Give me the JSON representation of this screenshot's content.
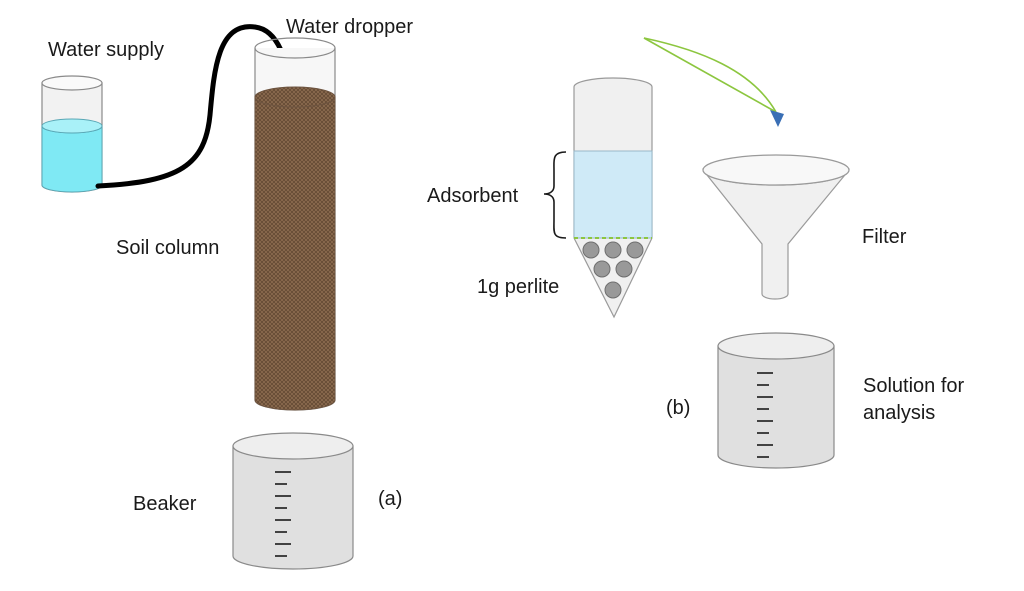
{
  "labels": {
    "water_supply": "Water supply",
    "water_dropper": "Water dropper",
    "soil_column": "Soil column",
    "beaker": "Beaker",
    "panel_a": "(a)",
    "adsorbent": "Adsorbent",
    "perlite": "1g perlite",
    "filter": "Filter",
    "panel_b": "(b)",
    "solution_line1": "Solution for",
    "solution_line2": "analysis"
  },
  "colors": {
    "water": "#7FE9F4",
    "soil": "#8B6B4F",
    "adsorbent": "#CFEAF7",
    "vessel_fill": "#EDEDED",
    "beaker_fill": "#E0E0E0",
    "perlite_bead": "#999999",
    "arrow_line": "#8CC63F",
    "arrow_head": "#3A6FB5"
  }
}
